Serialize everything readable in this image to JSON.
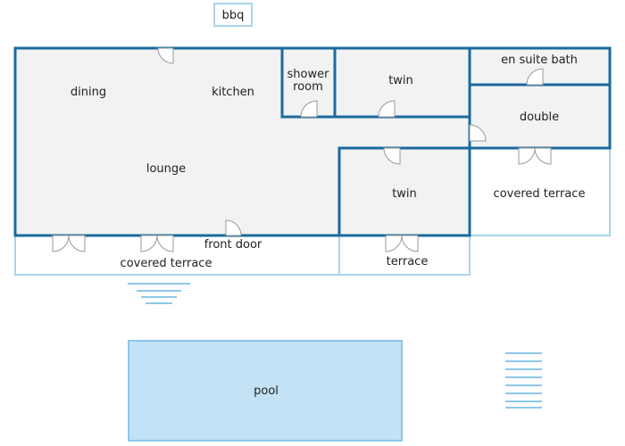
{
  "labels": {
    "bbq": "bbq",
    "dining": "dining",
    "kitchen": "kitchen",
    "lounge": "lounge",
    "shower_room_line1": "shower",
    "shower_room_line2": "room",
    "twin_top": "twin",
    "en_suite_bath": "en suite bath",
    "double": "double",
    "twin_bottom": "twin",
    "covered_terrace_right": "covered terrace",
    "front_door": "front door",
    "covered_terrace_left": "covered terrace",
    "terrace": "terrace",
    "pool": "pool"
  },
  "colors": {
    "walls": "#1a6a9e",
    "floor": "#f2f2f2",
    "outdoor_outline": "#a8d4ee",
    "pool_fill": "#c4e2f6",
    "steps": "#8cc8ea"
  }
}
